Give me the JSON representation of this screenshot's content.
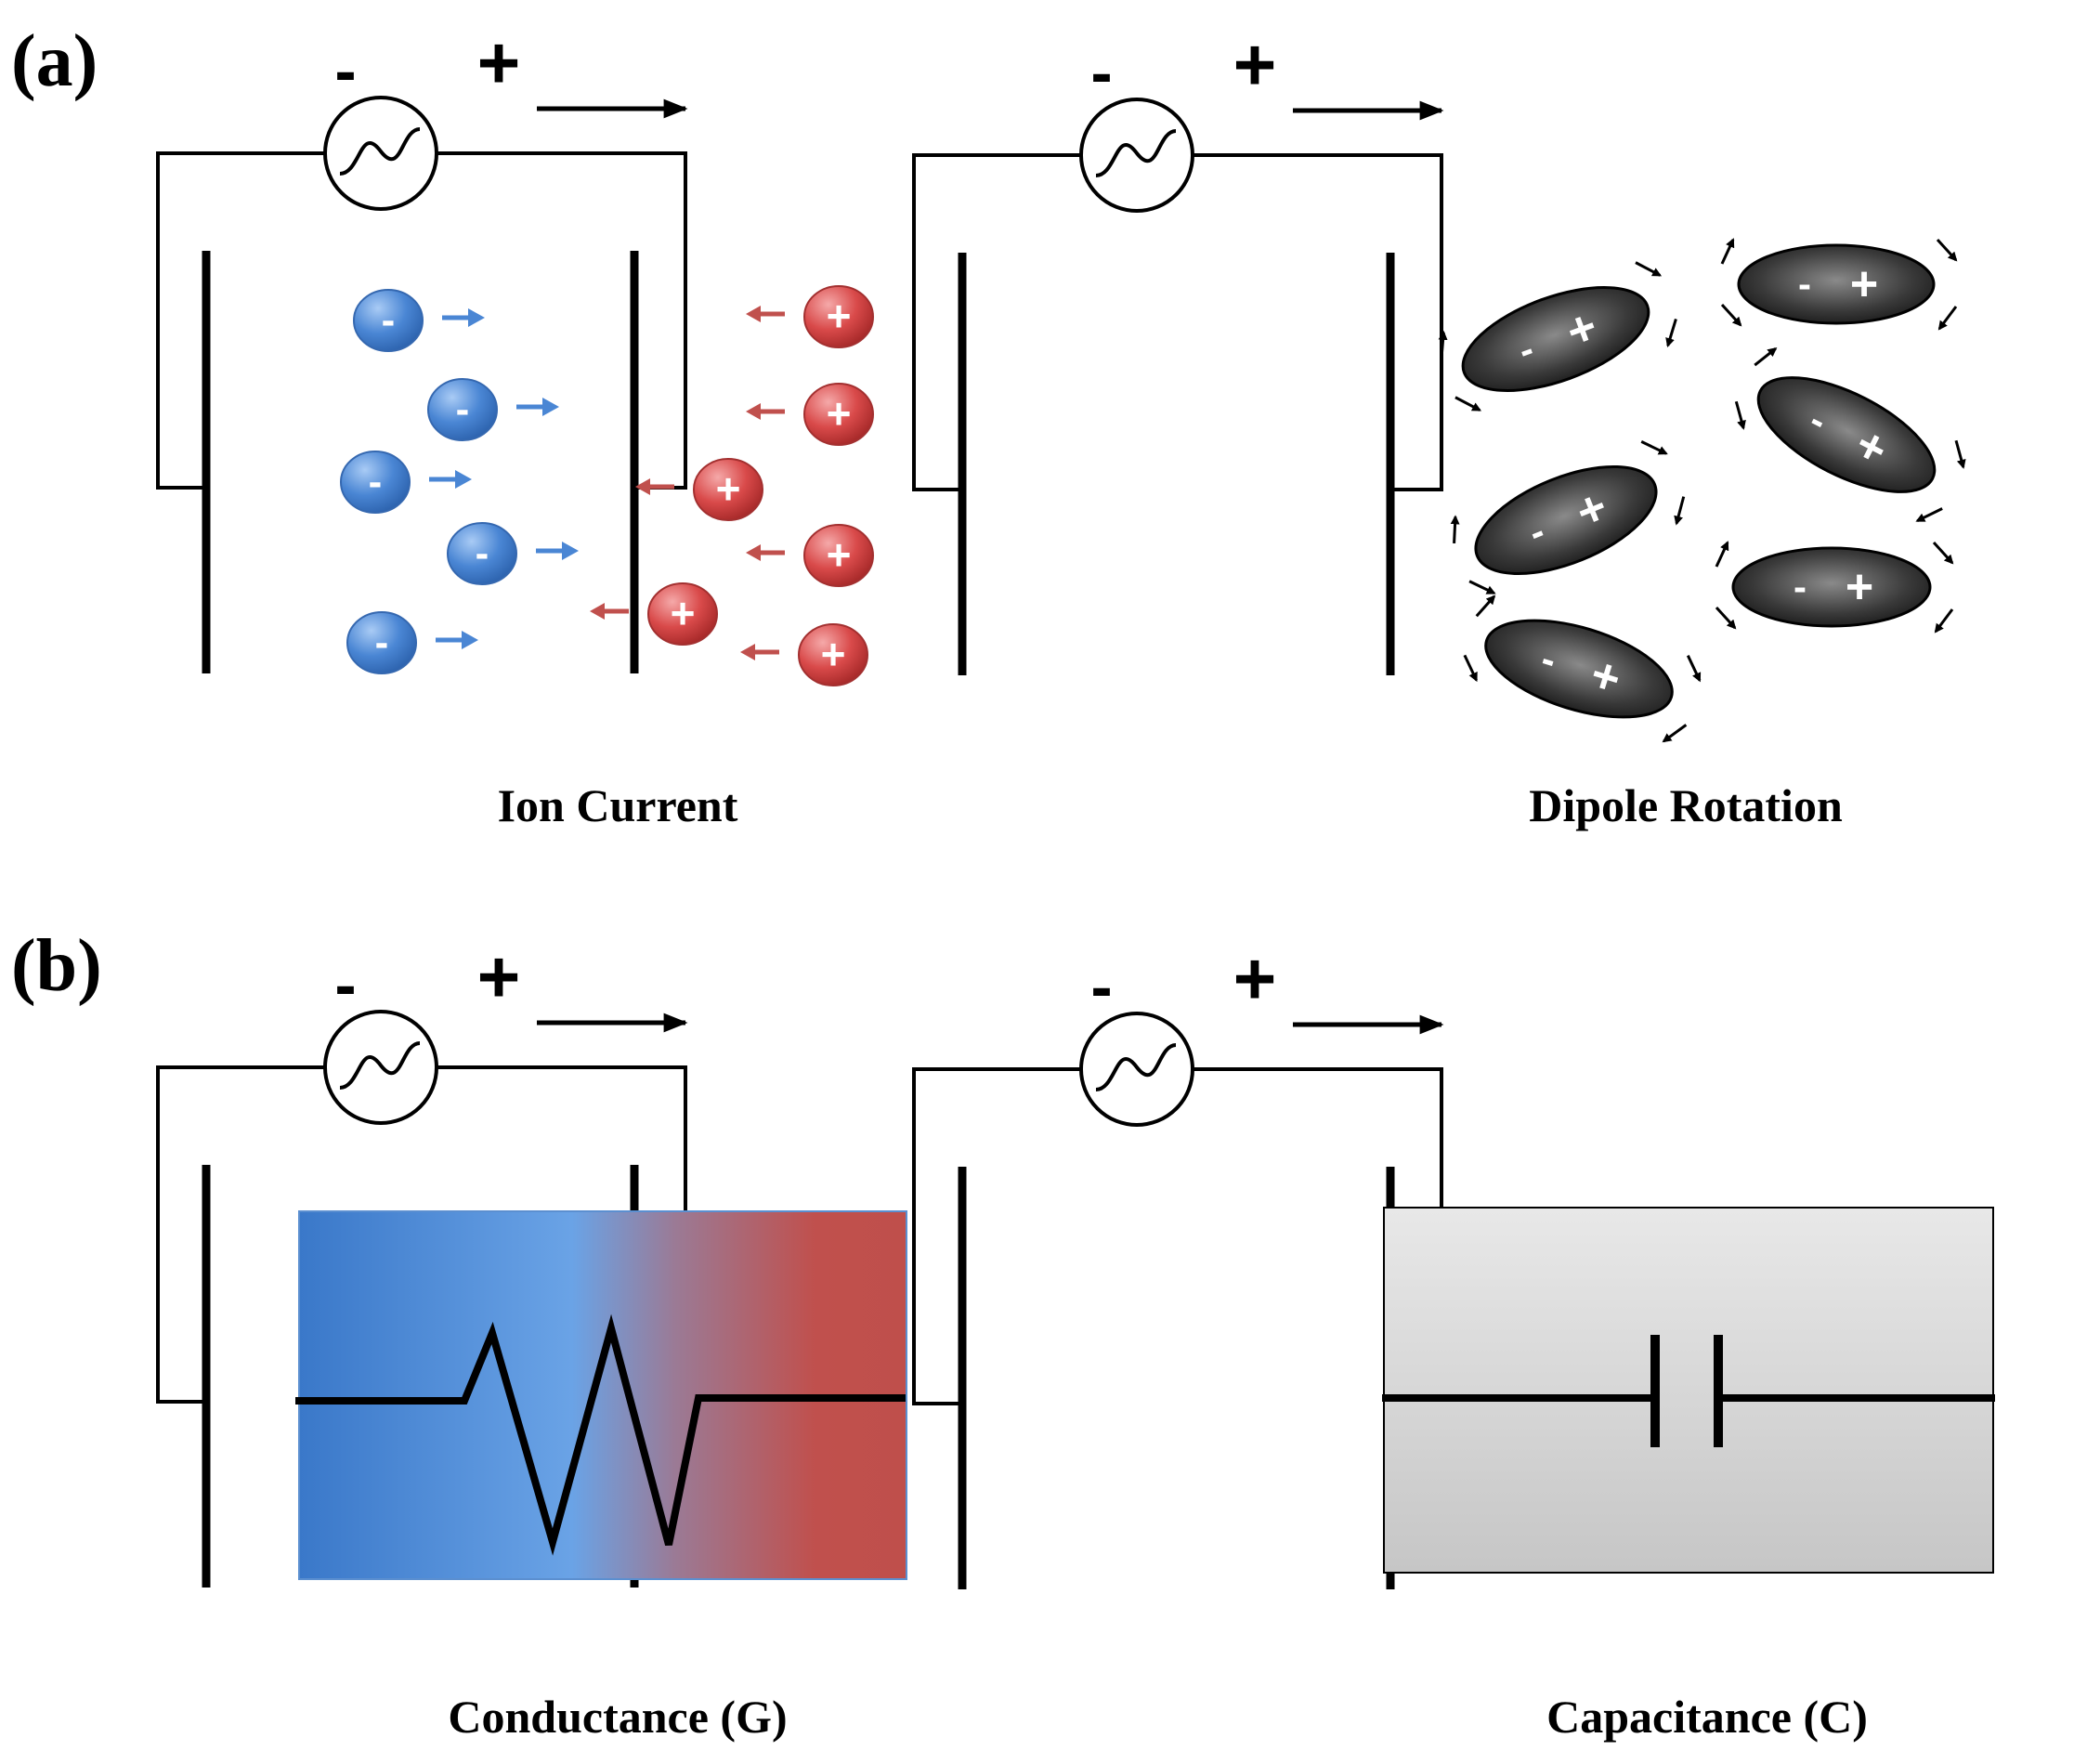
{
  "labels": {
    "panel_a": "(a)",
    "panel_b": "(b)"
  },
  "captions": {
    "ion_current": "Ion Current",
    "dipole_rotation": "Dipole Rotation",
    "conductance": "Conductance (G)",
    "capacitance": "Capacitance (C)"
  },
  "polarity": {
    "minus": "-",
    "plus": "+"
  },
  "ions": {
    "negative_sign": "-",
    "positive_sign": "+"
  },
  "dipoles": {
    "minus": "-",
    "plus": "+"
  },
  "colors": {
    "negative_ion": "#4a86d4",
    "negative_arrow": "#4a86d4",
    "positive_ion": "#d94a4a",
    "positive_arrow": "#c0504d",
    "gradient_blue": "#3f7fcf",
    "gradient_light_blue": "#6aa3e6",
    "gradient_red": "#c0504d",
    "capacitor_fill": "#d4d4d4",
    "dipole_fill": "#3a3a3a"
  }
}
